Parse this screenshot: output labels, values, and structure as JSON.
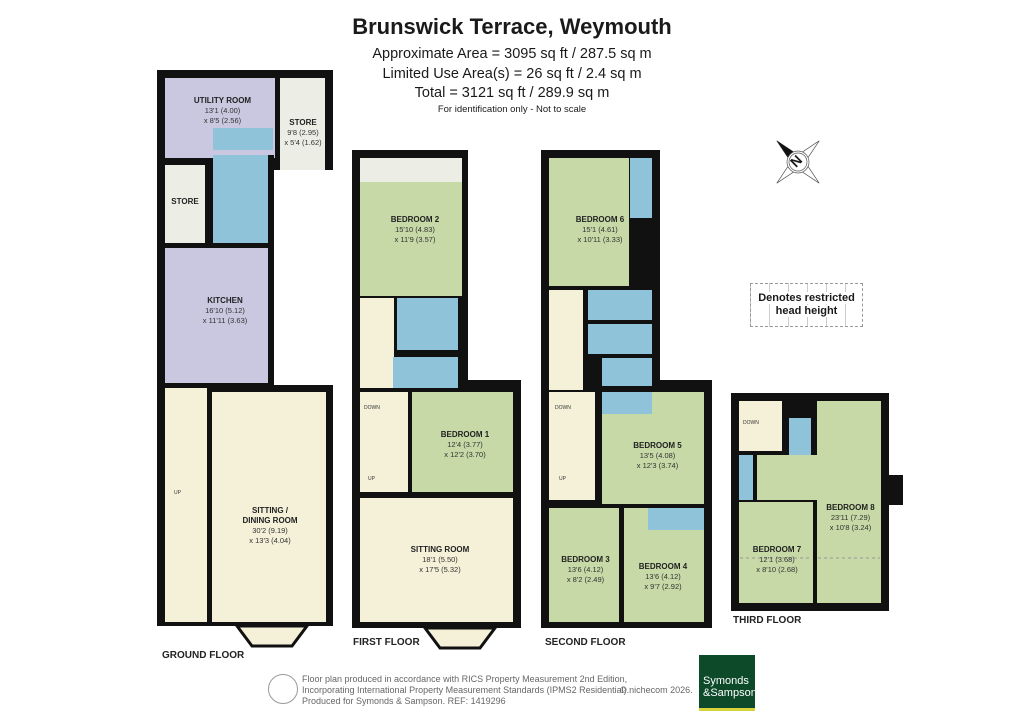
{
  "header": {
    "title": "Brunswick Terrace, Weymouth",
    "approx_area": "Approximate Area = 3095 sq ft / 287.5 sq m",
    "limited_use": "Limited Use Area(s) = 26 sq ft / 2.4 sq m",
    "total": "Total = 3121 sq ft / 289.9 sq m",
    "note": "For identification only - Not to scale"
  },
  "floors": {
    "ground": "GROUND FLOOR",
    "first": "FIRST FLOOR",
    "second": "SECOND FLOOR",
    "third": "THIRD FLOOR"
  },
  "rooms": {
    "utility": {
      "name": "UTILITY ROOM",
      "dim1": "13'1 (4.00)",
      "dim2": "x 8'5 (2.56)"
    },
    "store_top": {
      "name": "STORE",
      "dim1": "9'8 (2.95)",
      "dim2": "x 5'4 (1.62)"
    },
    "store_mid": {
      "name": "STORE"
    },
    "kitchen": {
      "name": "KITCHEN",
      "dim1": "16'10 (5.12)",
      "dim2": "x 11'11 (3.63)"
    },
    "sitting_dining": {
      "name": "SITTING /",
      "name2": "DINING ROOM",
      "dim1": "30'2 (9.19)",
      "dim2": "x 13'3 (4.04)"
    },
    "bedroom2": {
      "name": "BEDROOM 2",
      "dim1": "15'10 (4.83)",
      "dim2": "x 11'9 (3.57)"
    },
    "bedroom1": {
      "name": "BEDROOM 1",
      "dim1": "12'4 (3.77)",
      "dim2": "x 12'2 (3.70)"
    },
    "sitting_room": {
      "name": "SITTING ROOM",
      "dim1": "18'1 (5.50)",
      "dim2": "x 17'5 (5.32)"
    },
    "bedroom6": {
      "name": "BEDROOM 6",
      "dim1": "15'1 (4.61)",
      "dim2": "x 10'11 (3.33)"
    },
    "bedroom5": {
      "name": "BEDROOM 5",
      "dim1": "13'5 (4.08)",
      "dim2": "x 12'3 (3.74)"
    },
    "bedroom3": {
      "name": "BEDROOM 3",
      "dim1": "13'6 (4.12)",
      "dim2": "x 8'2 (2.49)"
    },
    "bedroom4": {
      "name": "BEDROOM 4",
      "dim1": "13'6 (4.12)",
      "dim2": "x 9'7 (2.92)"
    },
    "bedroom7": {
      "name": "BEDROOM 7",
      "dim1": "12'1 (3.68)",
      "dim2": "x 8'10 (2.68)"
    },
    "bedroom8": {
      "name": "BEDROOM 8",
      "dim1": "23'11 (7.29)",
      "dim2": "x 10'8 (3.24)"
    }
  },
  "stairs": {
    "up": "UP",
    "down": "DOWN"
  },
  "compass": {
    "label": "N",
    "icon": "compass-icon"
  },
  "legend": {
    "text1": "Denotes restricted",
    "text2": "head height"
  },
  "footer": {
    "line1": "Floor plan produced in accordance with RICS Property Measurement 2nd Edition,",
    "line2": "Incorporating International Property Measurement Standards (IPMS2 Residential).",
    "line3": "Produced for Symonds & Sampson.   REF:  1419296",
    "copyright": "© nichecom 2026.",
    "logo_line1": "Symonds",
    "logo_line2": "&Sampson"
  },
  "colors": {
    "wall": "#111111",
    "hall": "#f4f1d8",
    "kitchen_utility": "#c9c8e0",
    "bathroom": "#8fc3d9",
    "bedroom": "#c6d9a6",
    "store": "#ecede4",
    "logo_bg": "#0c4a2a"
  }
}
